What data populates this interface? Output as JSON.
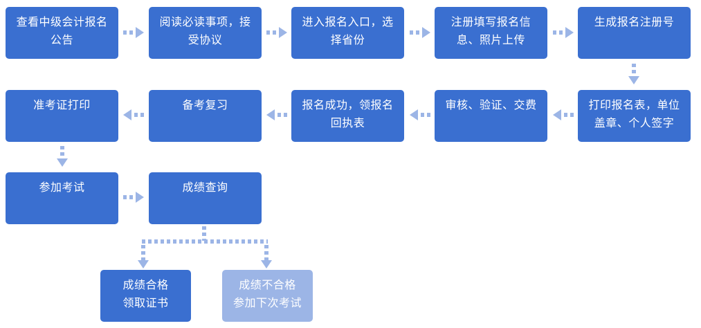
{
  "colors": {
    "box": "#3a6fd0",
    "box_light": "#9cb5e6",
    "arrow": "#9cb5e6"
  },
  "steps": [
    "查看中级会计报名公告",
    "阅读必读事项，接受协议",
    "进入报名入口，选择省份",
    "注册填写报名信息、照片上传",
    "生成报名注册号",
    "打印报名表，单位盖章、个人签字",
    "审核、验证、交费",
    "报名成功，领报名回执表",
    "备考复习",
    "准考证打印",
    "参加考试",
    "成绩查询"
  ],
  "outcomes": {
    "pass": {
      "line1": "成绩合格",
      "line2": "领取证书"
    },
    "fail": {
      "line1": "成绩不合格",
      "line2": "参加下次考试"
    }
  }
}
